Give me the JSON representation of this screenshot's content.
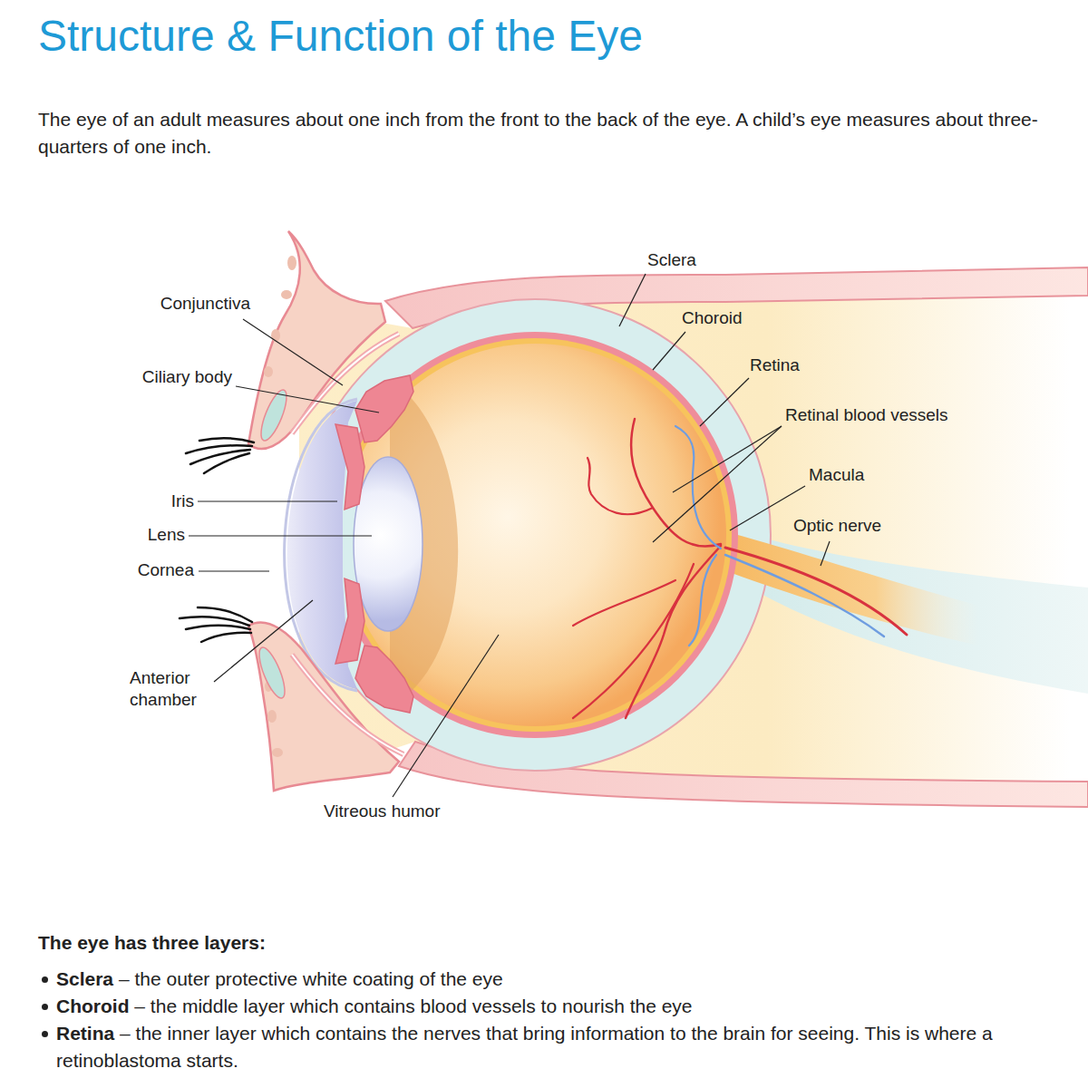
{
  "diagram": {
    "title": "Structure & Function of the Eye",
    "labels": [
      "The eye of an adult measures about one inch from the front to the back of the eye. A child’s eye measures about three-quarters of one inch.",
      "Conjunctiva",
      "Ciliary body",
      "Iris",
      "Lens",
      "Cornea",
      "Anterior chamber",
      "Sclera",
      "Choroid",
      "Retina",
      "Retinal blood vessels",
      "Macula",
      "Optic nerve",
      "Vitreous humor",
      "The eye has three layers:",
      "Sclera",
      "– the outer protective white coating of the eye",
      "Choroid",
      "– the middle layer which contains blood vessels to nourish the eye",
      "Retina",
      "– the inner layer which contains the nerves that bring information to the brain for seeing. This is where a retinoblastoma starts."
    ]
  }
}
